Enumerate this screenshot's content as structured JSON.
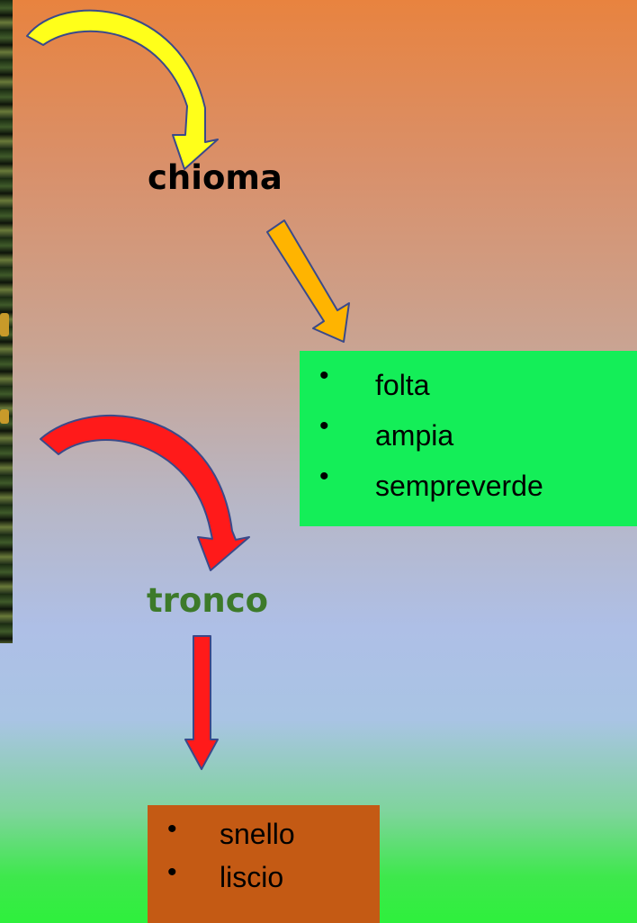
{
  "chioma": {
    "label": "chioma",
    "traits": [
      "folta",
      "ampia",
      "sempreverde"
    ]
  },
  "tronco": {
    "label": "tronco",
    "traits": [
      "snello",
      "liscio"
    ]
  },
  "bullet_symbol": "•",
  "colors": {
    "chioma_box": "#14ee58",
    "tronco_box": "#c45a14",
    "tronco_label": "#3d7a2a",
    "arrow_yellow": "#ffff1a",
    "arrow_orange": "#ffb400",
    "arrow_red": "#ff1a1a"
  }
}
